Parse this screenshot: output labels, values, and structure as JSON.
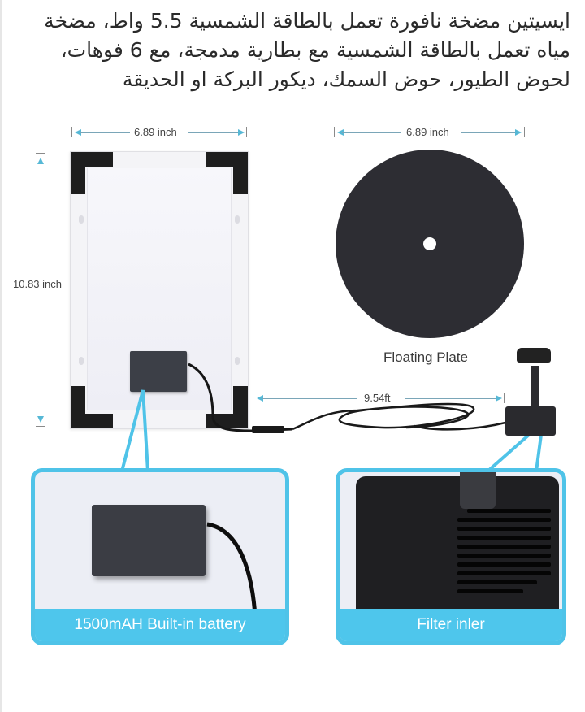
{
  "title": "ايسيتين مضخة نافورة تعمل بالطاقة الشمسية 5.5 واط، مضخة مياه تعمل بالطاقة الشمسية مع بطارية مدمجة، مع 6 فوهات، لحوض الطيور، حوض السمك، ديكور البركة او الحديقة",
  "product_image": {
    "solar_panel": {
      "width_label": "6.89 inch",
      "height_label": "10.83 inch"
    },
    "floating_plate": {
      "diameter_label": "6.89 inch",
      "label": "Floating Plate"
    },
    "cable": {
      "length_label": "9.54ft"
    },
    "callouts": [
      {
        "caption": "1500mAH Built-in battery"
      },
      {
        "caption": "Filter inler"
      }
    ],
    "colors": {
      "accent": "#4ec6ec",
      "dimension_arrow": "#56b8d6",
      "panel_corner": "#1e1e1e",
      "disc": "#2d2d33"
    }
  }
}
